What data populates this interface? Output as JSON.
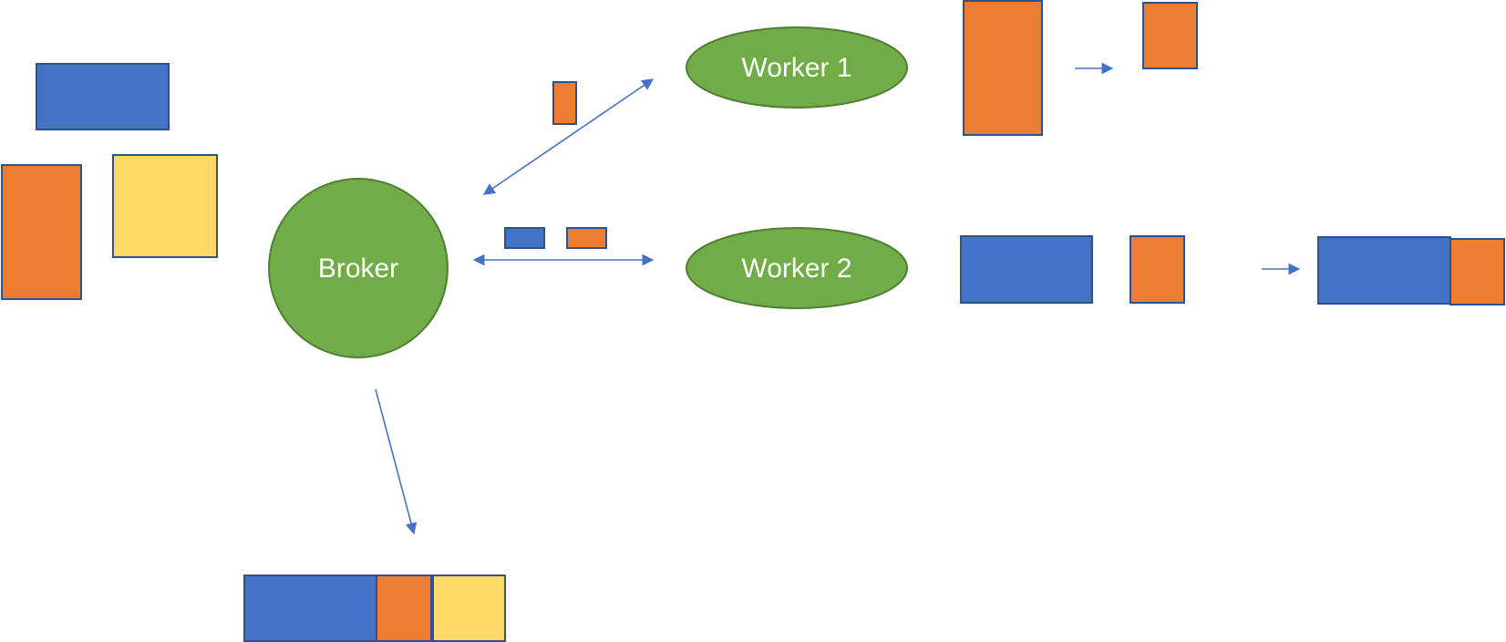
{
  "colors": {
    "blue": "#4472c4",
    "orange": "#ed7d31",
    "yellow": "#ffd966",
    "green": "#70ad47",
    "green_stroke": "#507e32",
    "arrow": "#4472c4",
    "box_stroke": "#2f528f"
  },
  "nodes": {
    "broker": "Broker",
    "worker1": "Worker 1",
    "worker2": "Worker 2"
  }
}
